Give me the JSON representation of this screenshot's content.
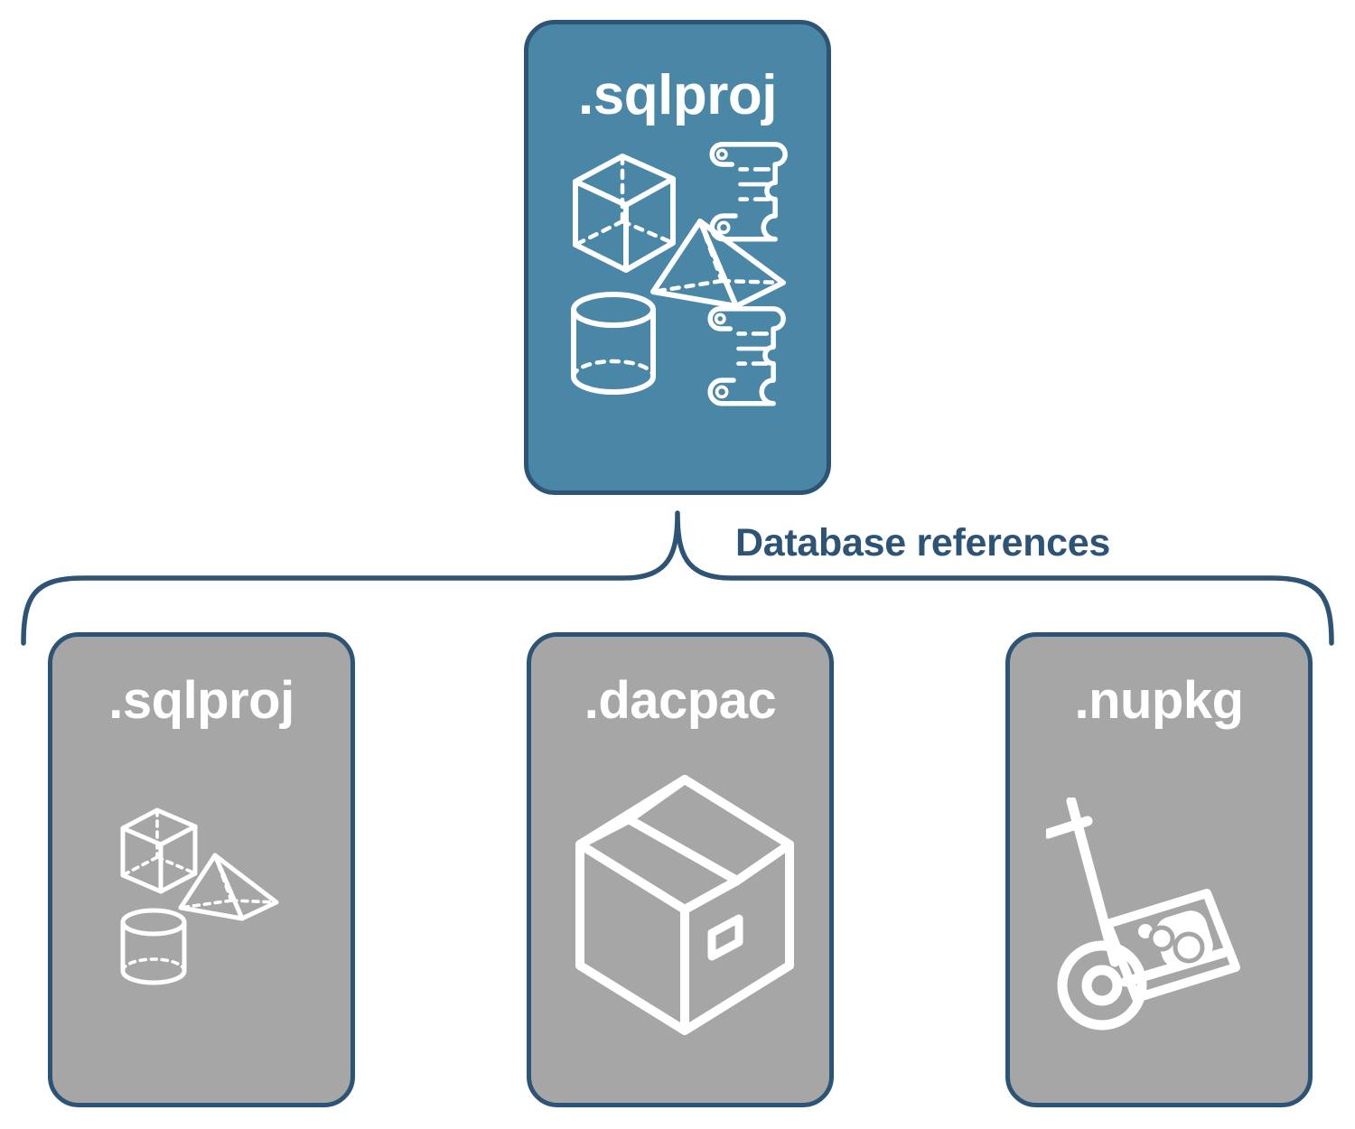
{
  "diagram": {
    "title_text": "Database references",
    "colors": {
      "accent_blue": "#4a87a6",
      "border_navy": "#2d5475",
      "card_gray": "#a6a6a6",
      "icon_white": "#ffffff",
      "background": "#ffffff"
    }
  },
  "root_node": {
    "label": ".sqlproj",
    "type": "blue-card",
    "icons": [
      "wireframe-cube-icon",
      "wireframe-pyramid-icon",
      "wireframe-cylinder-icon",
      "script-scroll-icon-top",
      "script-scroll-icon-bottom"
    ]
  },
  "connector": {
    "label": "Database references",
    "style": "curly-brace"
  },
  "child_nodes": [
    {
      "label": ".sqlproj",
      "type": "gray-card",
      "icons": [
        "wireframe-cube-icon",
        "wireframe-pyramid-icon",
        "wireframe-cylinder-icon"
      ]
    },
    {
      "label": ".dacpac",
      "type": "gray-card",
      "icons": [
        "package-box-icon"
      ]
    },
    {
      "label": ".nupkg",
      "type": "gray-card",
      "icons": [
        "hand-truck-nuget-icon"
      ]
    }
  ]
}
